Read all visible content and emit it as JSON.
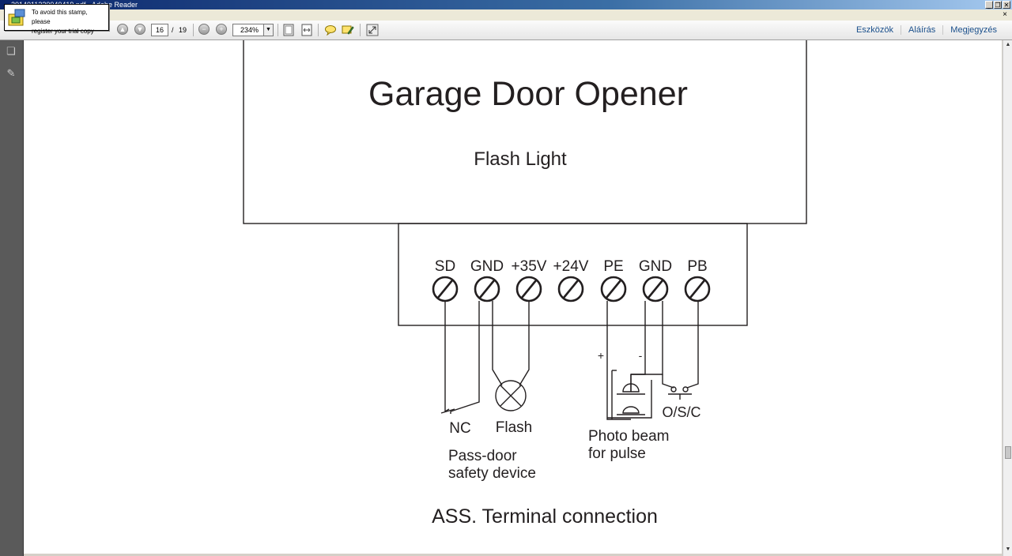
{
  "window": {
    "title": "2014011320040419.pdf - Adobe Reader",
    "min_label": "_",
    "restore_label": "❐",
    "close_label": "✕"
  },
  "menubar": {
    "close_label": "×"
  },
  "stamp": {
    "line1": "To avoid this stamp, please",
    "line2": "register your trial copy"
  },
  "toolbar": {
    "prev_page": "▲",
    "next_page": "▼",
    "current_page": "16",
    "page_separator": "/",
    "total_pages": "19",
    "zoom_out": "−",
    "zoom_in": "+",
    "zoom_value": "234%",
    "zoom_dropdown": "▼",
    "links": [
      "Eszközök",
      "Aláírás",
      "Megjegyzés"
    ]
  },
  "navpane": {
    "pages_icon": "❏",
    "attachments_icon": "✎"
  },
  "scrollbar": {
    "up": "▲",
    "down": "▼"
  },
  "document": {
    "title": "Garage Door Opener",
    "subtitle": "Flash Light",
    "terminals": [
      "SD",
      "GND",
      "+35V",
      "+24V",
      "PE",
      "GND",
      "PB"
    ],
    "plus": "+",
    "minus": "-",
    "nc": "NC",
    "flash": "Flash",
    "osc": "O/S/C",
    "photo_beam_1": "Photo beam",
    "photo_beam_2": "for pulse",
    "pass_door_1": "Pass-door",
    "pass_door_2": "safety device",
    "caption": "ASS. Terminal connection"
  },
  "colors": {
    "link": "#1a4f8b",
    "titlebar": "#0a246a",
    "navpane": "#5a5a5a"
  }
}
